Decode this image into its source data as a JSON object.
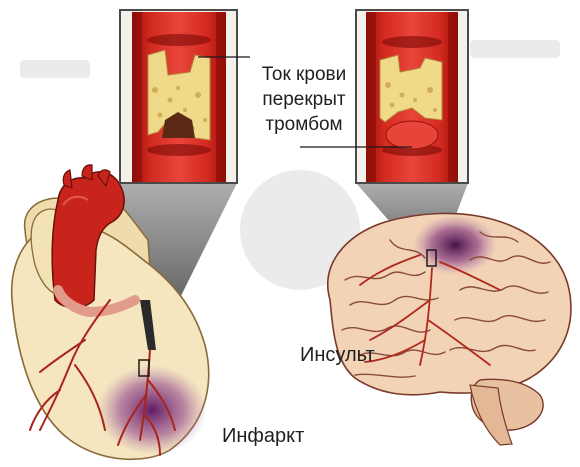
{
  "callout": {
    "line1": "Ток крови",
    "line2": "перекрыт",
    "line3": "тромбом"
  },
  "labels": {
    "infarct": "Инфаркт",
    "stroke": "Инсульт"
  },
  "colors": {
    "blood": "#c8241c",
    "vessel_wall": "#e8b98a",
    "plaque": "#f0da8a",
    "heart_tissue": "#f5e6bf",
    "brain_tissue": "#f2d3b6",
    "damage": "#7a2a7a",
    "frame": "#4a4a4a"
  }
}
